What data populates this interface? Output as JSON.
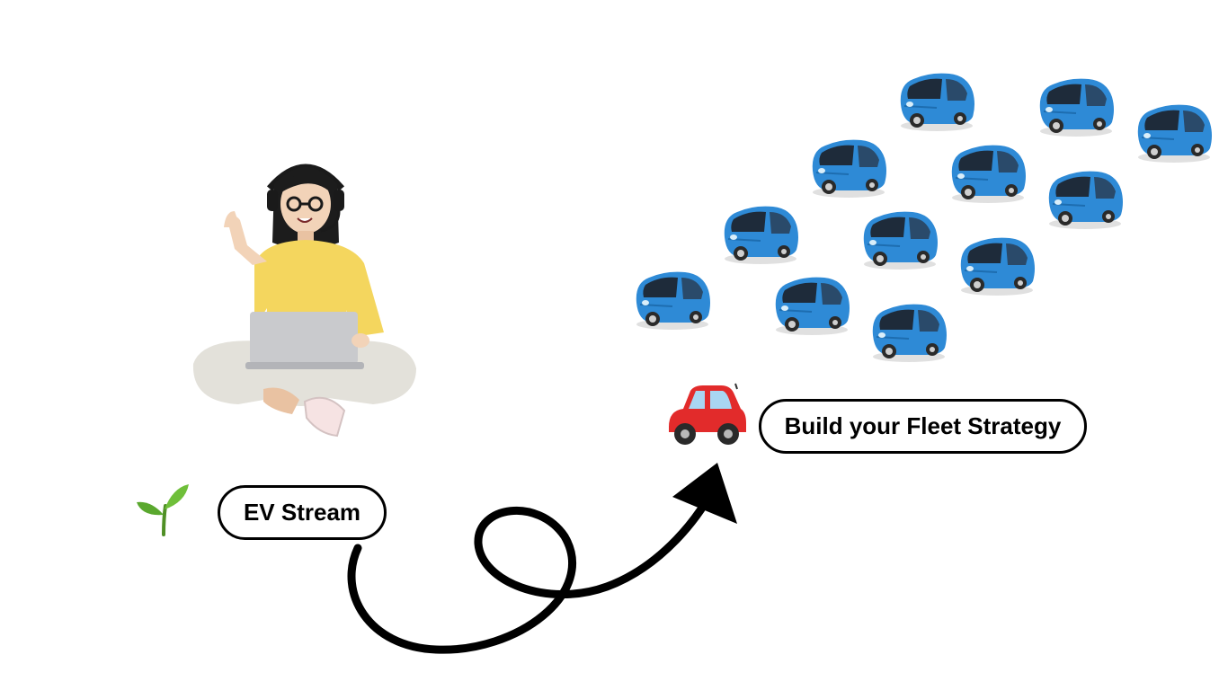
{
  "labels": {
    "ev_stream": "EV Stream",
    "fleet_strategy": "Build your Fleet Strategy"
  },
  "icons": {
    "sprout": "sprout-icon",
    "red_car": "red-car-icon",
    "person": "person-with-laptop-illustration",
    "fleet_car": "blue-car-icon"
  },
  "colors": {
    "fleet_car_body": "#2e8ad6",
    "red_car_body": "#e22b2b",
    "shirt": "#f4d65e",
    "pants": "#e3e1da",
    "arrow": "#000000"
  }
}
